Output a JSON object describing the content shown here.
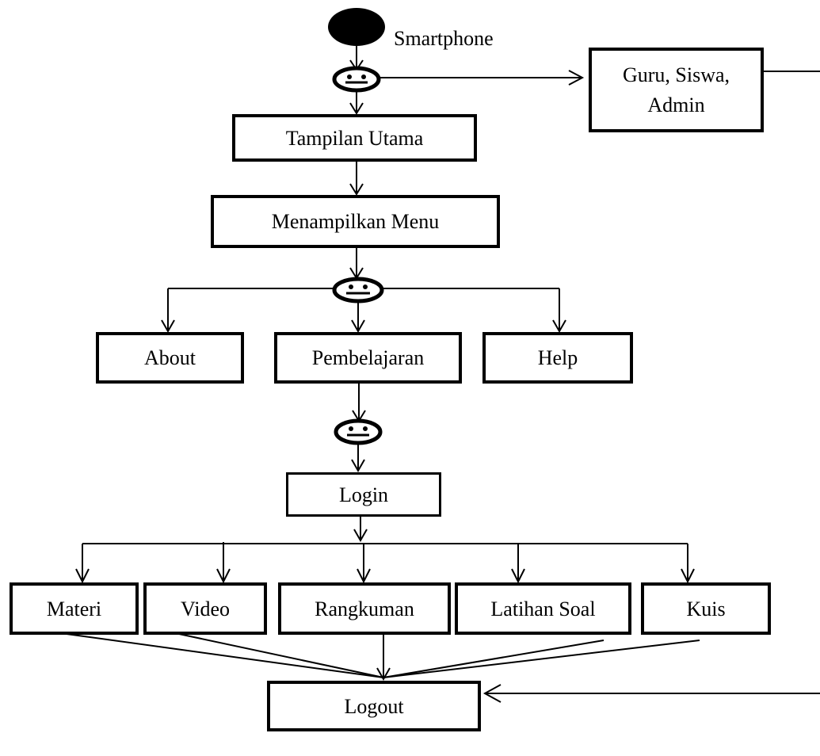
{
  "start_label": "Smartphone",
  "nodes": {
    "roles": "Guru, Siswa,\nAdmin",
    "main": "Tampilan Utama",
    "menu": "Menampilkan Menu",
    "about": "About",
    "learning": "Pembelajaran",
    "help": "Help",
    "login": "Login",
    "materi": "Materi",
    "video": "Video",
    "rangkuman": "Rangkuman",
    "latihan": "Latihan Soal",
    "kuis": "Kuis",
    "logout": "Logout"
  }
}
